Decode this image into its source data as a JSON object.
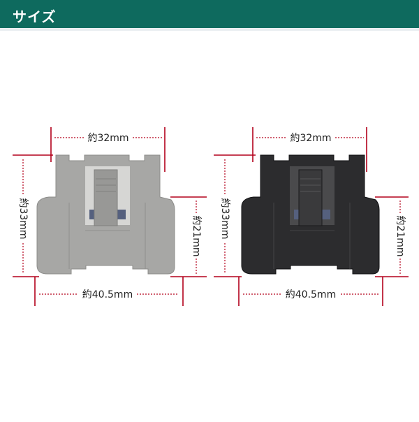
{
  "header": {
    "title": "サイズ",
    "bg_color": "#0e6a5e"
  },
  "colors": {
    "dimension_line": "#b3001b",
    "gray_connector": "#a7a7a5",
    "black_connector": "#2c2c2e"
  },
  "connectors": [
    {
      "name": "gray",
      "dims": {
        "top_width": "約32mm",
        "height_total": "約33mm",
        "height_side": "約21mm",
        "bottom_width": "約40.5mm"
      }
    },
    {
      "name": "black",
      "dims": {
        "top_width": "約32mm",
        "height_total": "約33mm",
        "height_side": "約21mm",
        "bottom_width": "約40.5mm"
      }
    }
  ]
}
